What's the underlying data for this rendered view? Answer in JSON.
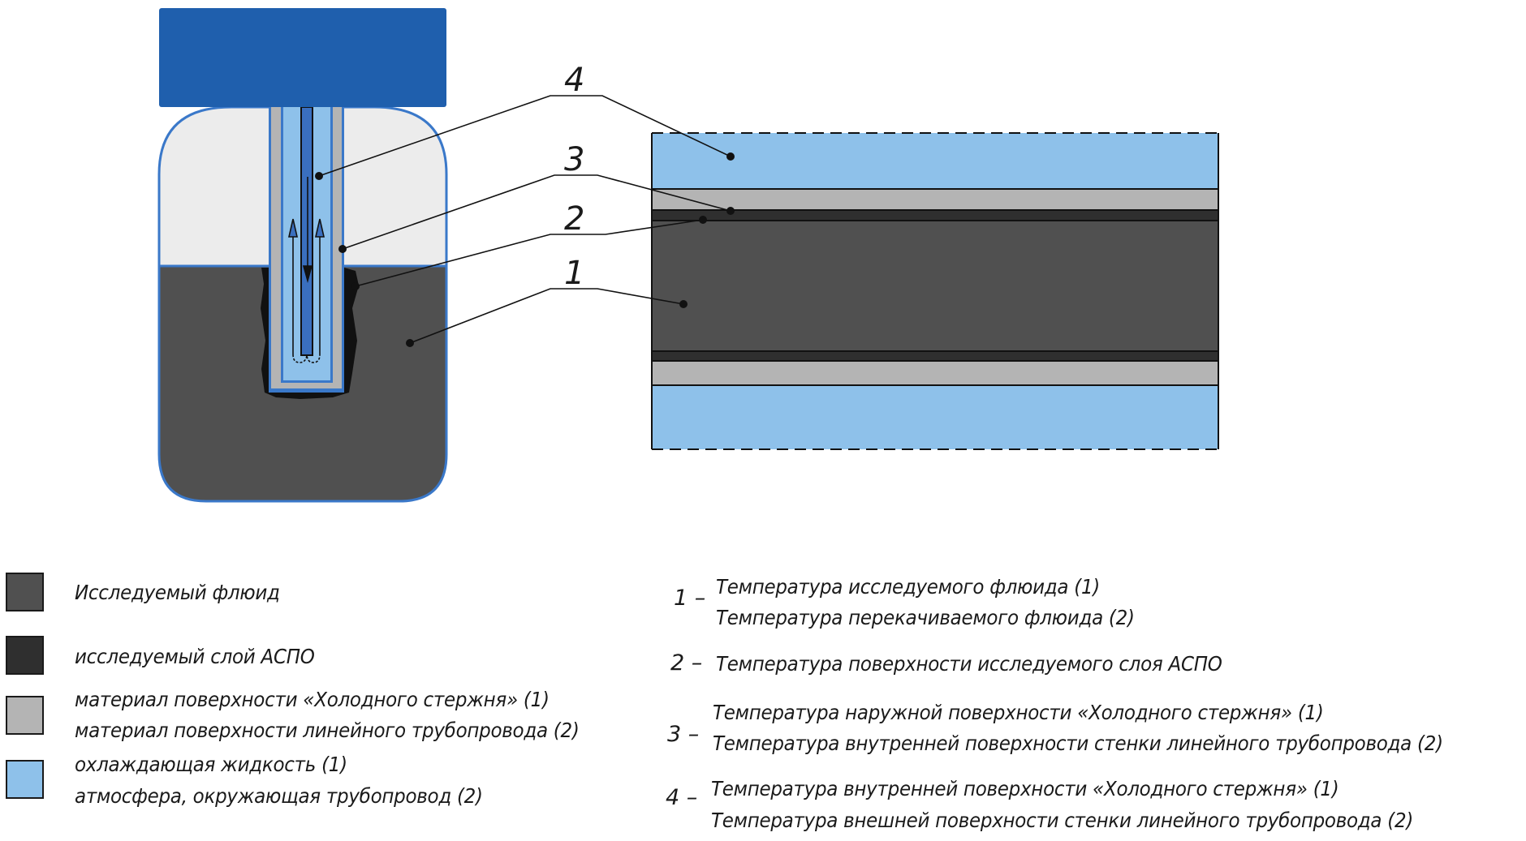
{
  "colors": {
    "cap": "#1f5fad",
    "vessel_border": "#3a78c9",
    "air": "#ececec",
    "fluid": "#505050",
    "aspo_layer": "#2f2f2f",
    "rod_material": "#b4b4b4",
    "coolant": "#8ec1ea",
    "rod_core": "#3a6fbf",
    "line": "#111111"
  },
  "callouts": [
    {
      "id": "1",
      "label": "1"
    },
    {
      "id": "2",
      "label": "2"
    },
    {
      "id": "3",
      "label": "3"
    },
    {
      "id": "4",
      "label": "4"
    }
  ],
  "legend_materials": [
    {
      "key": "fluid",
      "lines": [
        "Исследуемый флюид"
      ]
    },
    {
      "key": "aspo_layer",
      "lines": [
        "исследуемый слой АСПО"
      ]
    },
    {
      "key": "rod_material",
      "lines": [
        "материал поверхности «Холодного стержня» (1)",
        "материал поверхности линейного трубопровода (2)"
      ]
    },
    {
      "key": "coolant",
      "lines": [
        "охлаждающая жидкость (1)",
        "атмосфера, окружающая трубопровод (2)"
      ]
    }
  ],
  "legend_points": [
    {
      "num": "1 –",
      "lines": [
        "Температура исследуемого флюида (1)",
        "Температура перекачиваемого флюида (2)"
      ]
    },
    {
      "num": "2 –",
      "lines": [
        "Температура поверхности исследуемого слоя АСПО"
      ]
    },
    {
      "num": "3 –",
      "lines": [
        "Температура наружной поверхности «Холодного стержня» (1)",
        "Температура внутренней поверхности стенки линейного трубопровода (2)"
      ]
    },
    {
      "num": "4 –",
      "lines": [
        "Температура внутренней поверхности «Холодного стержня» (1)",
        "Температура внешней поверхности стенки линейного трубопровода (2)"
      ]
    }
  ]
}
